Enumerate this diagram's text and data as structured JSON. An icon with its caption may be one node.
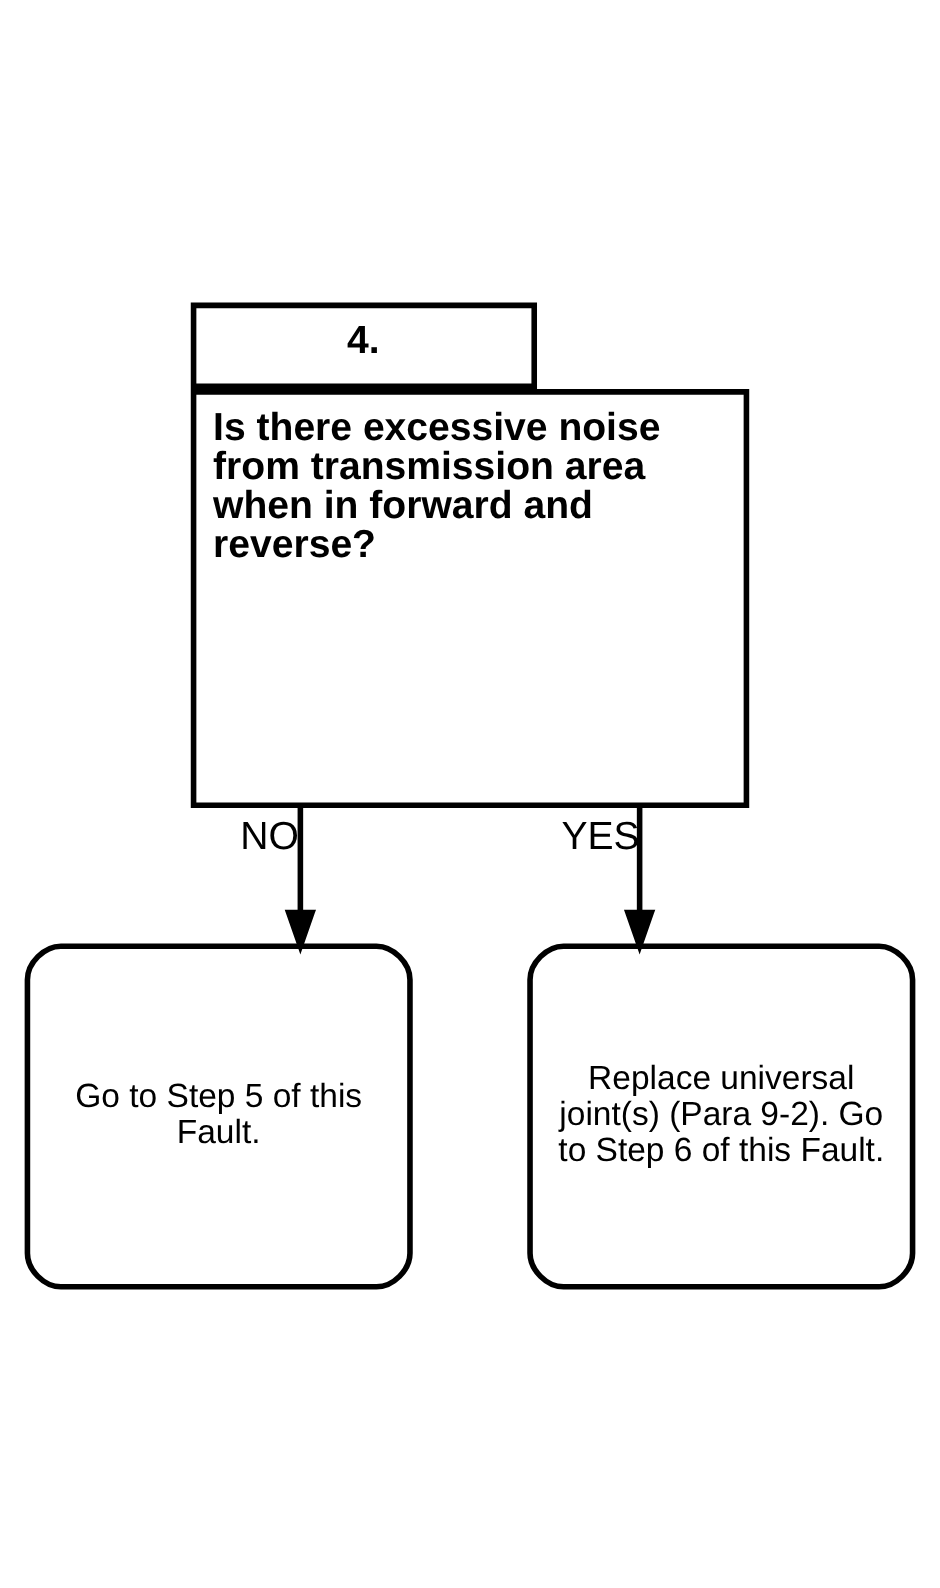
{
  "diagram": {
    "nodes": [
      {
        "text": [
          "4.",
          "Is there excessive noise from transmission area when in forward and reverse?"
        ]
      },
      {
        "text": [
          "Go to Step 5 of this Fault."
        ]
      },
      {
        "text": [
          "Replace universal joint(s) (Para 9-2). Go to Step 6 of this Fault."
        ]
      }
    ],
    "edges": [
      {
        "from": 0,
        "to": 1,
        "arrow": "to",
        "label": "NO"
      },
      {
        "from": 0,
        "to": 2,
        "arrow": "to",
        "label": "YES"
      }
    ]
  }
}
